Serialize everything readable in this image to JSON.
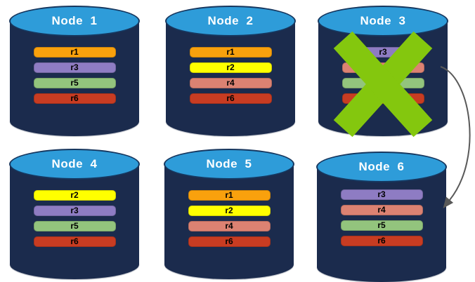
{
  "diagram": {
    "background": "#ffffff",
    "cylinder": {
      "top_fill": "#2E9CD9",
      "top_border": "#16375F",
      "body_fill": "#1B2B4D"
    },
    "replica_colors": {
      "r1": "#F9A10D",
      "r2": "#FFFF00",
      "r3": "#8E7CC3",
      "r4": "#DC8272",
      "r5": "#93C47D",
      "r6": "#C83C22"
    },
    "failure_cross": {
      "color": "#84C70E",
      "on_node": "Node 3"
    },
    "arrow": {
      "color": "#595959",
      "from": "Node 3",
      "to": "Node 6"
    },
    "nodes": [
      {
        "label": "Node  1",
        "failed": false,
        "replicas": [
          {
            "name": "r1",
            "color": "#F9A10D"
          },
          {
            "name": "r3",
            "color": "#8E7CC3"
          },
          {
            "name": "r5",
            "color": "#93C47D"
          },
          {
            "name": "r6",
            "color": "#C83C22"
          }
        ]
      },
      {
        "label": "Node  2",
        "failed": false,
        "replicas": [
          {
            "name": "r1",
            "color": "#F9A10D"
          },
          {
            "name": "r2",
            "color": "#FFFF00"
          },
          {
            "name": "r4",
            "color": "#DC8272"
          },
          {
            "name": "r6",
            "color": "#C83C22"
          }
        ]
      },
      {
        "label": "Node  3",
        "failed": true,
        "replicas": [
          {
            "name": "r3",
            "color": "#8E7CC3"
          },
          {
            "name": "r4",
            "color": "#DC8272"
          },
          {
            "name": "r5",
            "color": "#93C47D"
          },
          {
            "name": "r6",
            "color": "#C83C22"
          }
        ]
      },
      {
        "label": "Node  4",
        "failed": false,
        "replicas": [
          {
            "name": "r2",
            "color": "#FFFF00"
          },
          {
            "name": "r3",
            "color": "#8E7CC3"
          },
          {
            "name": "r5",
            "color": "#93C47D"
          },
          {
            "name": "r6",
            "color": "#C83C22"
          }
        ]
      },
      {
        "label": "Node  5",
        "failed": false,
        "replicas": [
          {
            "name": "r1",
            "color": "#F9A10D"
          },
          {
            "name": "r2",
            "color": "#FFFF00"
          },
          {
            "name": "r4",
            "color": "#DC8272"
          },
          {
            "name": "r6",
            "color": "#C83C22"
          }
        ]
      },
      {
        "label": "Node  6",
        "failed": false,
        "replicas": [
          {
            "name": "r3",
            "color": "#8E7CC3"
          },
          {
            "name": "r4",
            "color": "#DC8272"
          },
          {
            "name": "r5",
            "color": "#93C47D"
          },
          {
            "name": "r6",
            "color": "#C83C22"
          }
        ]
      }
    ]
  }
}
